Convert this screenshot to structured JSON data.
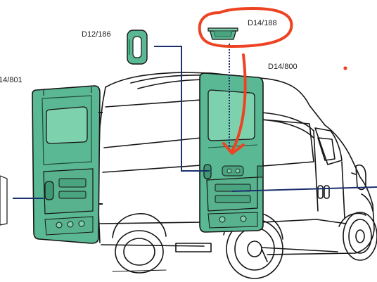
{
  "labels": {
    "left_door": "14/801",
    "handle": "D12/186",
    "tray": "D14/188",
    "right_door": "D14/800"
  },
  "colors": {
    "panel_fill": "#5bb894",
    "panel_dark": "#2f8a66",
    "leader_line": "#1c2f6e",
    "annotation": "#ee4322",
    "van_outline": "#151515"
  },
  "icons": [
    "grab-handle-icon",
    "storage-tray-icon",
    "red-marker-dot-icon"
  ]
}
